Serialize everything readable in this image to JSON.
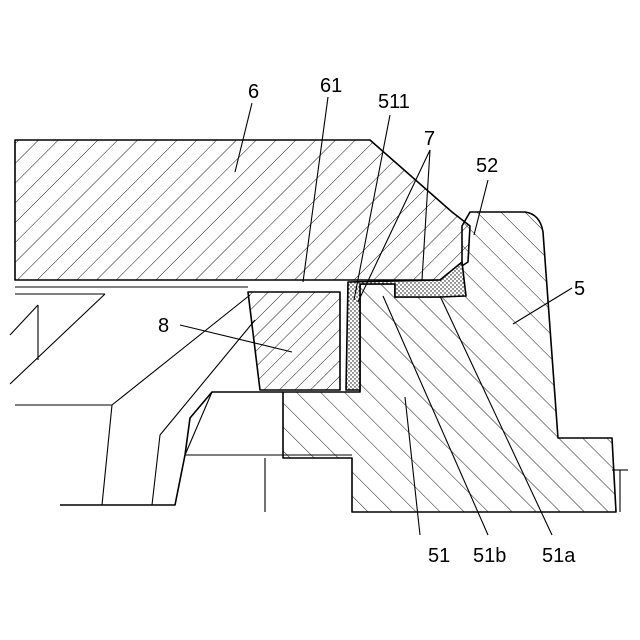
{
  "labels": {
    "part_6": "6",
    "part_61": "61",
    "part_511": "511",
    "part_7": "7",
    "part_52": "52",
    "part_5": "5",
    "part_8": "8",
    "part_51": "51",
    "part_51b": "51b",
    "part_51a": "51a"
  }
}
